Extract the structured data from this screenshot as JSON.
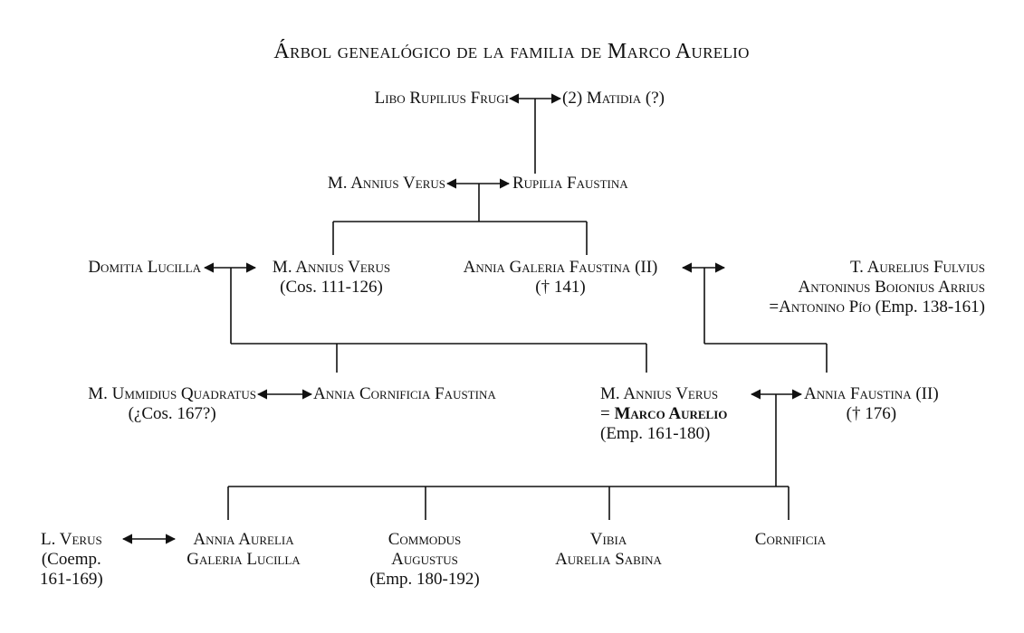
{
  "title": "Árbol genealógico de la familia de Marco Aurelio",
  "people": {
    "libo": {
      "name": "Libo Rupilius Frugi"
    },
    "matidia": {
      "name": "(2) Matidia (?)"
    },
    "annius_sr": {
      "name": "M. Annius Verus"
    },
    "rupilia": {
      "name": "Rupilia Faustina"
    },
    "domitia": {
      "name": "Domitia Lucilla"
    },
    "annius_cos": {
      "name": "M. Annius Verus",
      "note": "(Cos. 111-126)"
    },
    "annia_galeria": {
      "name": "Annia Galeria Faustina (II)",
      "note": "(† 141)"
    },
    "aurelius_fulvius": {
      "lines": [
        "T. Aurelius Fulvius",
        "Antoninus Boionius Arrius",
        "=Antonino Pío"
      ],
      "note": "(Emp. 138-161)"
    },
    "ummidius": {
      "name": "M. Ummidius Quadratus",
      "note": "(¿Cos. 167?)"
    },
    "annia_cornificia": {
      "name": "Annia Cornificia Faustina"
    },
    "marcus": {
      "name": "M. Annius Verus",
      "equals": "= ",
      "alias": "Marco Aurelio",
      "note": "(Emp. 161-180)"
    },
    "annia_faustina": {
      "name": "Annia Faustina (II)",
      "note": "(† 176)"
    },
    "lverus": {
      "name": "L. Verus",
      "note_lines": [
        "(Coemp.",
        "161-169)"
      ]
    },
    "annia_aurelia": {
      "lines": [
        "Annia Aurelia",
        "Galeria Lucilla"
      ]
    },
    "commodus": {
      "lines": [
        "Commodus",
        "Augustus"
      ],
      "note": "(Emp. 180-192)"
    },
    "vibia": {
      "lines": [
        "Vibia",
        "Aurelia Sabina"
      ]
    },
    "cornificia": {
      "name": "Cornificia"
    }
  }
}
